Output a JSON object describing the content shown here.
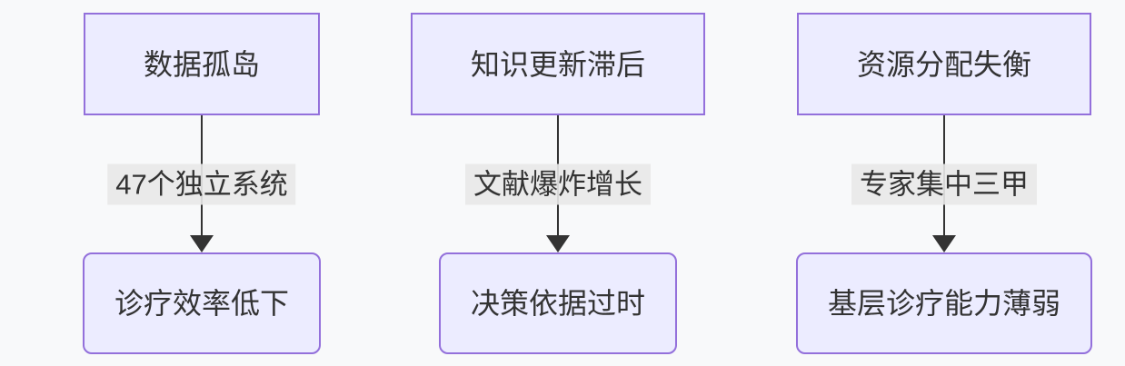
{
  "theme": {
    "bg": "#f8f9fa",
    "node_fill": "#ECECFF",
    "node_border": "#9370DB",
    "text_color": "#333333",
    "arrow_color": "#333333",
    "edge_label_bg": "rgba(232,232,232,0.9)"
  },
  "flow": {
    "type": "flowchart-top-down",
    "columns": [
      {
        "top": "数据孤岛",
        "edge_label": "47个独立系统",
        "bottom": "诊疗效率低下"
      },
      {
        "top": "知识更新滞后",
        "edge_label": "文献爆炸增长",
        "bottom": "决策依据过时"
      },
      {
        "top": "资源分配失衡",
        "edge_label": "专家集中三甲",
        "bottom": "基层诊疗能力薄弱"
      }
    ]
  }
}
